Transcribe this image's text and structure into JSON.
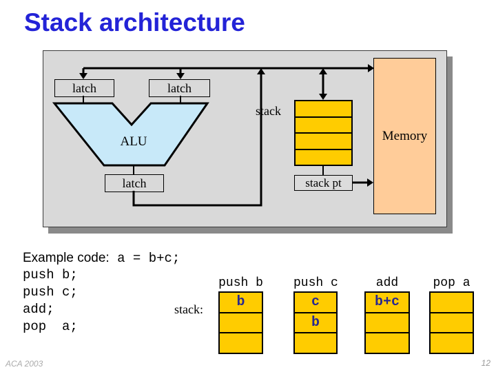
{
  "slide": {
    "title": "Stack architecture",
    "footer": "ACA 2003",
    "page_number": "12"
  },
  "colors": {
    "title_blue": "#2323d7",
    "panel_gray": "#d9d9d9",
    "alu_blue": "#c8e9f9",
    "stack_yellow": "#ffcc00",
    "memory_peach": "#ffcc99",
    "value_navy": "#28288f"
  },
  "diagram": {
    "latch_top_left": "latch",
    "latch_top_right": "latch",
    "latch_bottom": "latch",
    "alu": "ALU",
    "stack": "stack",
    "stack_pointer": "stack pt",
    "memory": "Memory"
  },
  "example": {
    "label": "Example code:",
    "expression": "a = b+c;",
    "code_lines": [
      "push b;",
      "push c;",
      "add;",
      "pop  a;"
    ],
    "stack_caption": "stack:"
  },
  "stack_states": [
    {
      "label": "push b",
      "cells": [
        "b",
        "",
        ""
      ]
    },
    {
      "label": "push c",
      "cells": [
        "c",
        "b",
        ""
      ]
    },
    {
      "label": "add",
      "cells": [
        "b+c",
        "",
        ""
      ]
    },
    {
      "label": "pop a",
      "cells": [
        "",
        "",
        ""
      ]
    }
  ]
}
